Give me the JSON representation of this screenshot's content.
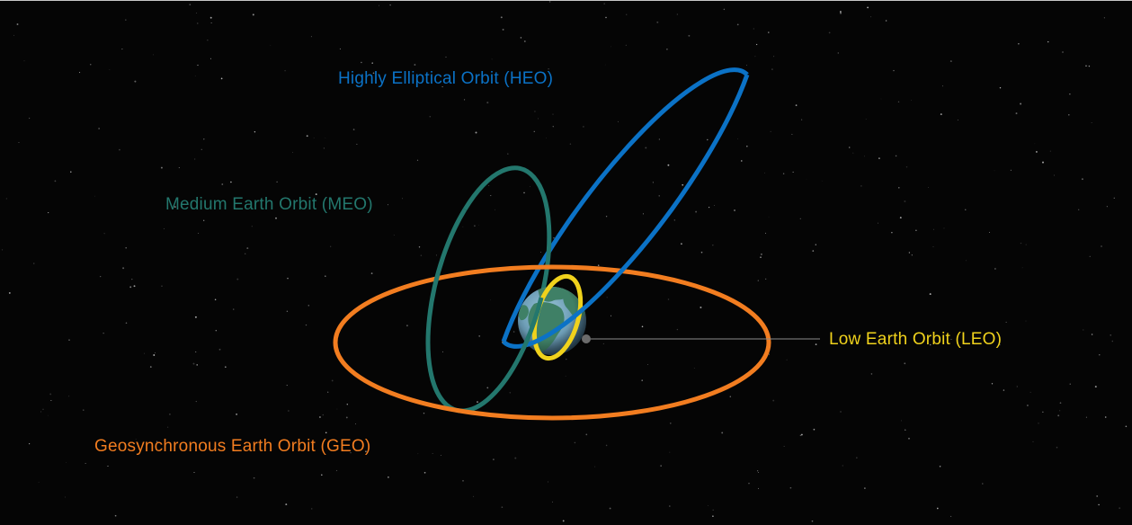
{
  "diagram": {
    "background_color": "#050505",
    "orbits": [
      {
        "key": "heo",
        "label": "Highly Elliptical Orbit (HEO)",
        "color": "#0b72c6"
      },
      {
        "key": "meo",
        "label": "Medium Earth Orbit (MEO)",
        "color": "#23776d"
      },
      {
        "key": "leo",
        "label": "Low Earth Orbit (LEO)",
        "color": "#f0d21c"
      },
      {
        "key": "geo",
        "label": "Geosynchronous Earth Orbit (GEO)",
        "color": "#f27d20"
      }
    ],
    "earth": {
      "ocean_color": "#6f9fb8",
      "land_color": "#3f8066",
      "satellite_color": "#6b6b6b"
    },
    "leader_line_color": "#8a8a8a"
  }
}
